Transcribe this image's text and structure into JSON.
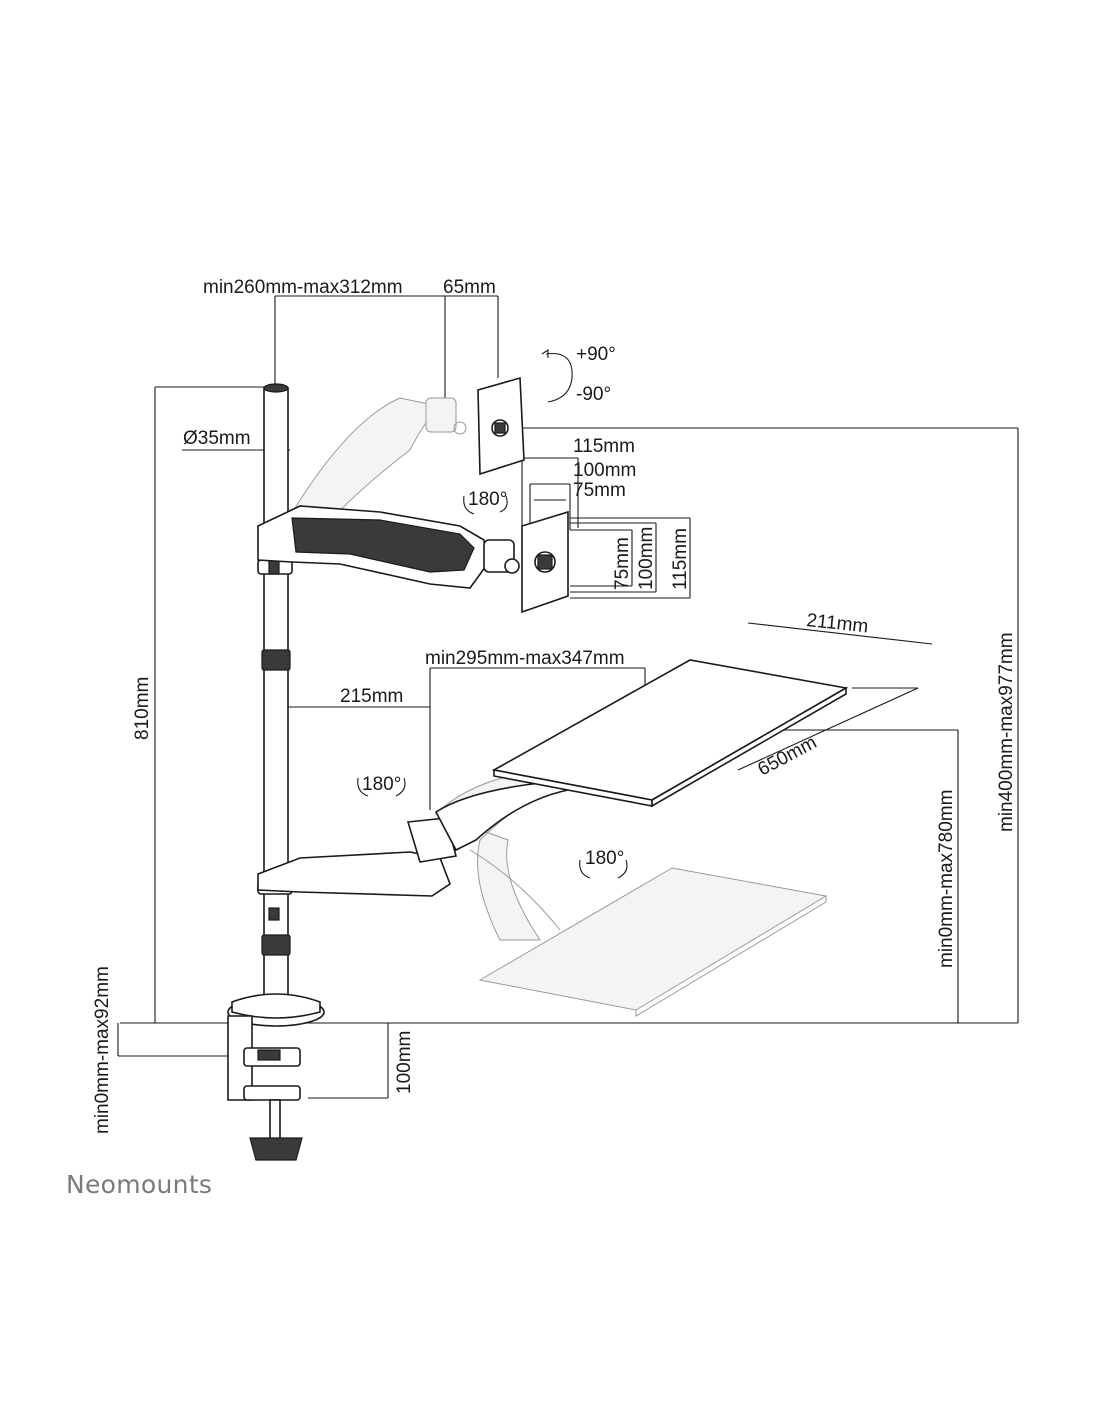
{
  "brand": "Neomounts",
  "dimensions": {
    "pole_offset": "min260mm-max312mm",
    "vesa_depth": "65mm",
    "rotate_up": "+90°",
    "rotate_down": "-90°",
    "pole_diameter": "Ø35mm",
    "vesa_115_top": "115mm",
    "vesa_100_top": "100mm",
    "vesa_75_top": "75mm",
    "vesa_75_side": "75mm",
    "vesa_100_side": "100mm",
    "vesa_115_side": "115mm",
    "swivel_monitor": "180°",
    "pole_height": "810mm",
    "monitor_height": "min400mm-max977mm",
    "tray_depth": "211mm",
    "tray_arm_reach": "min295mm-max347mm",
    "tray_offset": "215mm",
    "swivel_arm": "180°",
    "tray_width": "650mm",
    "swivel_tray": "180°",
    "tray_height": "min0mm-max780mm",
    "desk_thickness": "min0mm-max92mm",
    "clamp_depth": "100mm"
  }
}
